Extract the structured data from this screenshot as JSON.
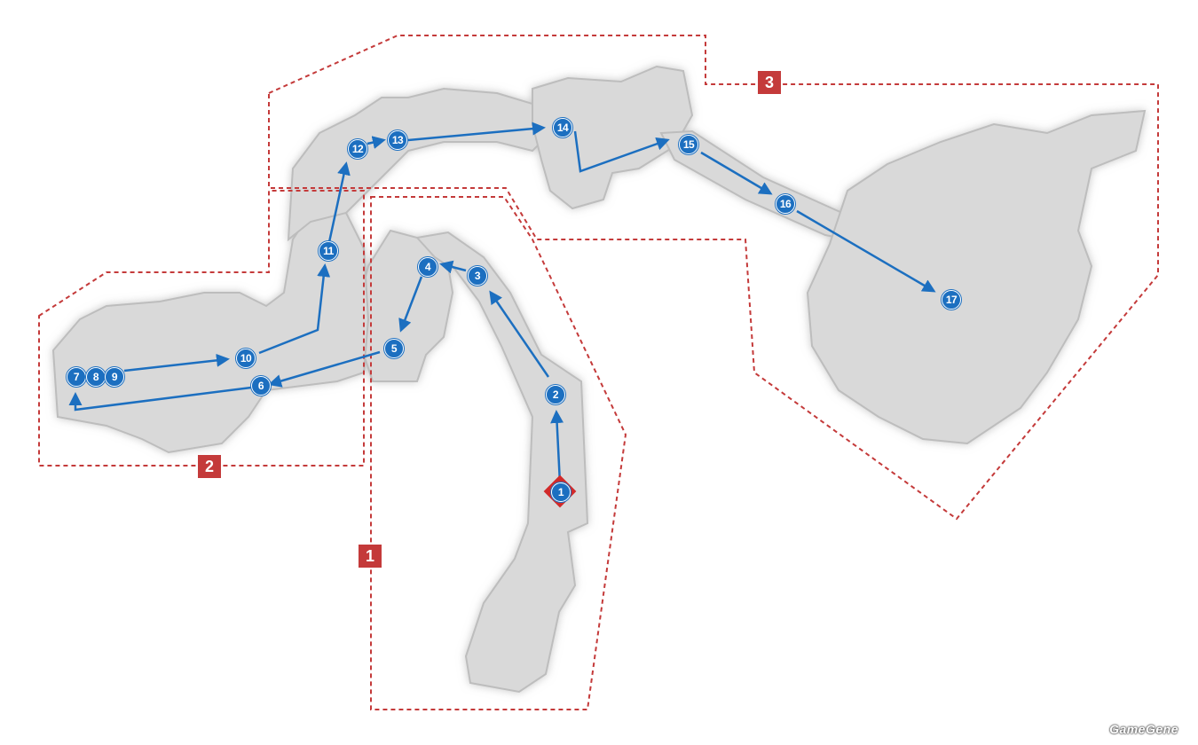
{
  "colors": {
    "route": "#1c6fc0",
    "zone_border": "#c43a3a",
    "start_marker": "#d12a2a",
    "floor": "#d9d9d9",
    "floor_edge": "#bcbcbc"
  },
  "zones": [
    {
      "label": "1"
    },
    {
      "label": "2"
    },
    {
      "label": "3"
    }
  ],
  "waypoints": [
    {
      "label": "1"
    },
    {
      "label": "2"
    },
    {
      "label": "3"
    },
    {
      "label": "4"
    },
    {
      "label": "5"
    },
    {
      "label": "6"
    },
    {
      "label": "7"
    },
    {
      "label": "8"
    },
    {
      "label": "9"
    },
    {
      "label": "10"
    },
    {
      "label": "11"
    },
    {
      "label": "12"
    },
    {
      "label": "13"
    },
    {
      "label": "14"
    },
    {
      "label": "15"
    },
    {
      "label": "16"
    },
    {
      "label": "17"
    }
  ],
  "start_icon": "start-diamond-icon",
  "watermark": "GameGene"
}
